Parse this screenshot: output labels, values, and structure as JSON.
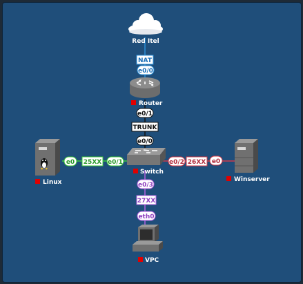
{
  "colors": {
    "canvas_bg": "#1f4e7a",
    "link_green": "#3cc83c",
    "link_red": "#d03a4a",
    "link_purple": "#b060e0",
    "link_blue": "#2b8fd8",
    "link_black": "#111111",
    "status_stopped": "#e00000"
  },
  "nodes": {
    "cloud": {
      "label": "Red Itel",
      "icon": "cloud-icon"
    },
    "router": {
      "label": "Router",
      "icon": "router-icon"
    },
    "switch": {
      "label": "Switch",
      "icon": "switch-icon"
    },
    "linux": {
      "label": "Linux",
      "icon": "linux-server-icon"
    },
    "winserver": {
      "label": "Winserver",
      "icon": "server-icon"
    },
    "vpc": {
      "label": "VPC",
      "icon": "desktop-pc-icon"
    }
  },
  "links": {
    "cloud_router": {
      "network": "NAT",
      "router_port": "e0/0"
    },
    "router_switch": {
      "router_port": "e0/1",
      "network": "TRUNK",
      "switch_port": "e0/0"
    },
    "linux_switch": {
      "linux_port": "e0",
      "network": "25XX",
      "switch_port": "e0/1"
    },
    "switch_winserver": {
      "switch_port": "e0/2",
      "network": "26XX",
      "winserver_port": "e0"
    },
    "switch_vpc": {
      "switch_port": "e0/3",
      "network": "27XX",
      "vpc_port": "eth0"
    }
  }
}
